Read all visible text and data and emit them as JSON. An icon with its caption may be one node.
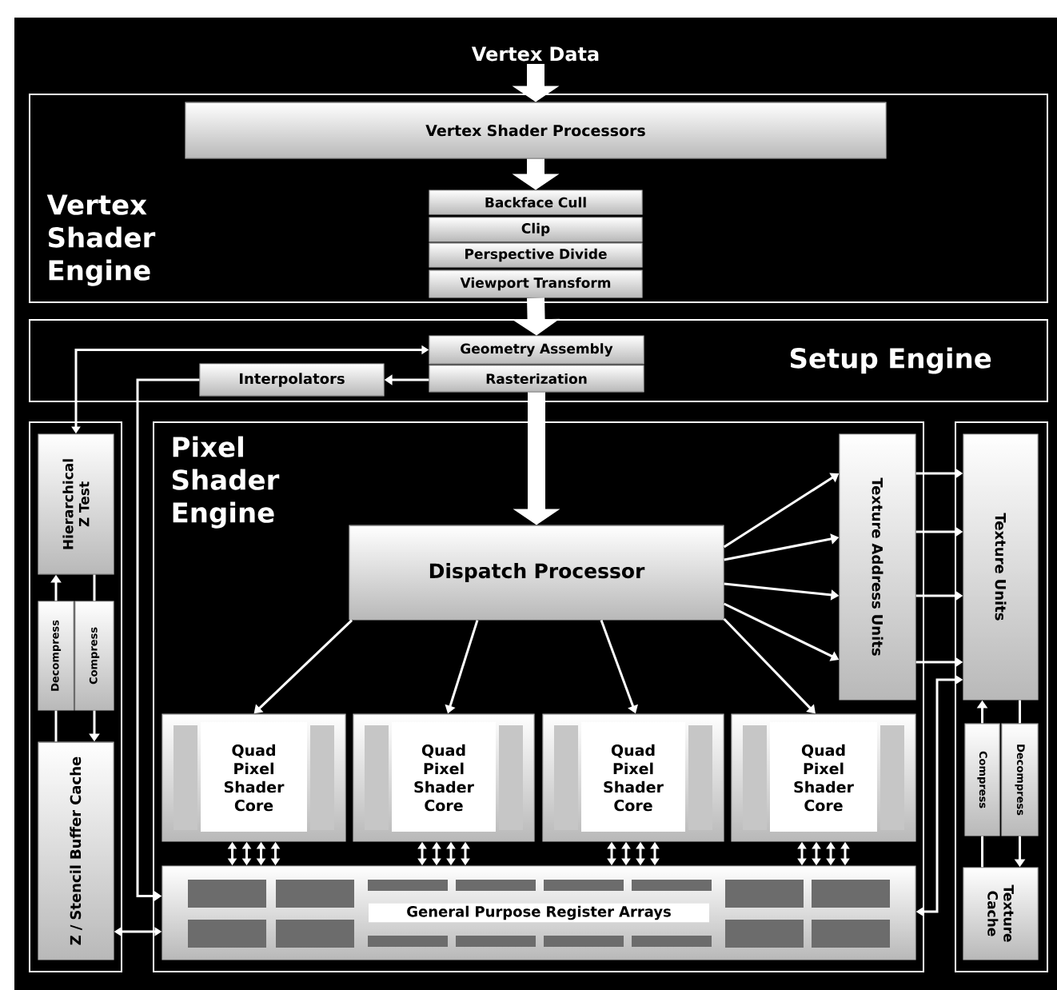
{
  "diagram": {
    "nodes": [
      {
        "text": [
          "Vertex Data"
        ]
      },
      {
        "text": [
          "Vertex Shader Engine"
        ]
      },
      {
        "text": [
          "Vertex Shader Processors"
        ],
        "in": 1
      },
      {
        "text": [
          "Backface Cull"
        ],
        "in": 1
      },
      {
        "text": [
          "Clip"
        ],
        "in": 1
      },
      {
        "text": [
          "Perspective Divide"
        ],
        "in": 1
      },
      {
        "text": [
          "Viewport Transform"
        ],
        "in": 1
      },
      {
        "text": [
          "Setup Engine"
        ]
      },
      {
        "text": [
          "Geometry Assembly"
        ],
        "in": 7
      },
      {
        "text": [
          "Rasterization"
        ],
        "in": 7
      },
      {
        "text": [
          "Interpolators"
        ],
        "in": 7
      },
      {
        "text": [],
        "shape": "box"
      },
      {
        "text": [
          "Hierarchical Z Test"
        ],
        "in": 11
      },
      {
        "text": [
          "Decompress"
        ],
        "in": 11
      },
      {
        "text": [
          "Compress"
        ],
        "in": 11
      },
      {
        "text": [
          "Z / Stencil Buffer Cache"
        ],
        "in": 11
      },
      {
        "text": [
          "Pixel Shader Engine"
        ]
      },
      {
        "text": [
          "Dispatch Processor"
        ],
        "in": 16
      },
      {
        "text": [
          "Texture Address Units"
        ],
        "in": 16
      },
      {
        "text": [
          "Quad Pixel Shader Core"
        ],
        "in": 16
      },
      {
        "text": [
          "Quad Pixel Shader Core"
        ],
        "in": 16
      },
      {
        "text": [
          "Quad Pixel Shader Core"
        ],
        "in": 16
      },
      {
        "text": [
          "Quad Pixel Shader Core"
        ],
        "in": 16
      },
      {
        "text": [
          "General Purpose Register Arrays"
        ],
        "in": 16
      },
      {
        "text": [],
        "shape": "box"
      },
      {
        "text": [
          "Texture Units"
        ],
        "in": 24
      },
      {
        "text": [
          "Compress"
        ],
        "in": 24
      },
      {
        "text": [
          "Decompress"
        ],
        "in": 24
      },
      {
        "text": [
          "Texture Cache"
        ],
        "in": 24
      }
    ],
    "edges": [
      {
        "from": 0,
        "to": 2,
        "arrow": "to",
        "style": "thick"
      },
      {
        "from": 2,
        "to": 3,
        "arrow": "to",
        "style": "thick"
      },
      {
        "from": 6,
        "to": 8,
        "arrow": "to",
        "style": "thick"
      },
      {
        "from": 9,
        "to": 17,
        "arrow": "to",
        "style": "thick"
      },
      {
        "from": 12,
        "to": 8,
        "arrow": "both"
      },
      {
        "from": 9,
        "to": 10,
        "arrow": "to"
      },
      {
        "from": 10,
        "to": 23,
        "arrow": "to"
      },
      {
        "from": 15,
        "to": 23,
        "arrow": "both"
      },
      {
        "from": 13,
        "to": 12,
        "arrow": "to"
      },
      {
        "from": 12,
        "to": 14,
        "arrow": "none"
      },
      {
        "from": 14,
        "to": 15,
        "arrow": "to"
      },
      {
        "from": 15,
        "to": 13,
        "arrow": "none"
      },
      {
        "from": 17,
        "to": 19,
        "arrow": "to"
      },
      {
        "from": 17,
        "to": 20,
        "arrow": "to"
      },
      {
        "from": 17,
        "to": 21,
        "arrow": "to"
      },
      {
        "from": 17,
        "to": 22,
        "arrow": "to"
      },
      {
        "from": 17,
        "to": 18,
        "arrow": "to"
      },
      {
        "from": 17,
        "to": 18,
        "arrow": "to"
      },
      {
        "from": 17,
        "to": 18,
        "arrow": "to"
      },
      {
        "from": 17,
        "to": 18,
        "arrow": "to"
      },
      {
        "from": 18,
        "to": 25,
        "arrow": "to"
      },
      {
        "from": 18,
        "to": 25,
        "arrow": "to"
      },
      {
        "from": 18,
        "to": 25,
        "arrow": "to"
      },
      {
        "from": 18,
        "to": 25,
        "arrow": "to"
      },
      {
        "from": 23,
        "to": 25,
        "arrow": "both"
      },
      {
        "from": 19,
        "to": 23,
        "arrow": "both"
      },
      {
        "from": 19,
        "to": 23,
        "arrow": "both"
      },
      {
        "from": 19,
        "to": 23,
        "arrow": "both"
      },
      {
        "from": 19,
        "to": 23,
        "arrow": "both"
      },
      {
        "from": 20,
        "to": 23,
        "arrow": "both"
      },
      {
        "from": 20,
        "to": 23,
        "arrow": "both"
      },
      {
        "from": 20,
        "to": 23,
        "arrow": "both"
      },
      {
        "from": 20,
        "to": 23,
        "arrow": "both"
      },
      {
        "from": 21,
        "to": 23,
        "arrow": "both"
      },
      {
        "from": 21,
        "to": 23,
        "arrow": "both"
      },
      {
        "from": 21,
        "to": 23,
        "arrow": "both"
      },
      {
        "from": 21,
        "to": 23,
        "arrow": "both"
      },
      {
        "from": 22,
        "to": 23,
        "arrow": "both"
      },
      {
        "from": 22,
        "to": 23,
        "arrow": "both"
      },
      {
        "from": 22,
        "to": 23,
        "arrow": "both"
      },
      {
        "from": 22,
        "to": 23,
        "arrow": "both"
      },
      {
        "from": 26,
        "to": 25,
        "arrow": "to"
      },
      {
        "from": 28,
        "to": 26,
        "arrow": "none"
      },
      {
        "from": 25,
        "to": 27,
        "arrow": "none"
      },
      {
        "from": 27,
        "to": 28,
        "arrow": "to"
      }
    ]
  }
}
